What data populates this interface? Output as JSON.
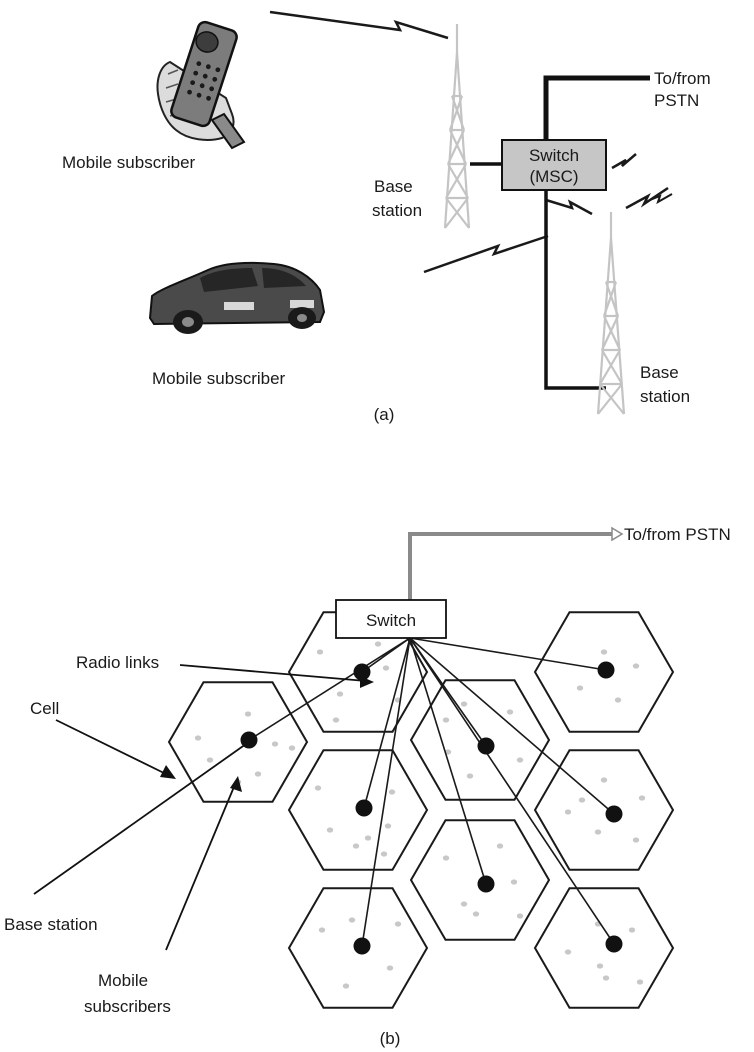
{
  "part_a": {
    "caption": "(a)",
    "subscriber_phone_label": "Mobile subscriber",
    "subscriber_car_label": "Mobile subscriber",
    "switch_label_line1": "Switch",
    "switch_label_line2": "(MSC)",
    "pstn_label_line1": "To/from",
    "pstn_label_line2": "PSTN",
    "base_station_1_line1": "Base",
    "base_station_1_line2": "station",
    "base_station_2_line1": "Base",
    "base_station_2_line2": "station"
  },
  "part_b": {
    "caption": "(b)",
    "switch_label": "Switch",
    "pstn_label": "To/from PSTN",
    "radio_links_label": "Radio links",
    "cell_label": "Cell",
    "base_station_label": "Base station",
    "mobile_subscribers_line1": "Mobile",
    "mobile_subscribers_line2": "subscribers"
  },
  "colors": {
    "switch_fill": "#c6c6c6",
    "tower": "#c4c4c4",
    "pstn_line_b": "#8a8a8a"
  }
}
